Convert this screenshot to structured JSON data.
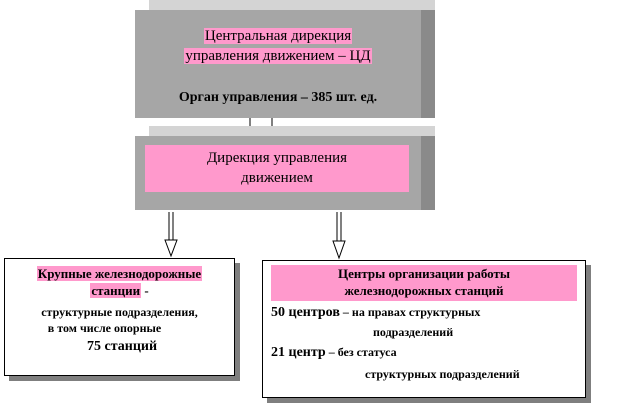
{
  "top_box": {
    "title_line1": "Центральная дирекция",
    "title_line2": "управления движением – ЦД",
    "subtitle": "Орган управления – 385 шт. ед."
  },
  "middle_box": {
    "line1": "Дирекция управления",
    "line2": "движением"
  },
  "left_box": {
    "line1": "Крупные железнодорожные",
    "line2a": "станции",
    "line2b": " -",
    "line3": "структурные подразделения,",
    "line4": "в том числе опорные",
    "line5": "75 станций"
  },
  "right_box": {
    "title_line1": "Центры организации  работы",
    "title_line2": "железнодорожных станций",
    "item1_count": "50 центров",
    "item1_text": " – на правах структурных",
    "item1_text2": "подразделений",
    "item2_count": "21 центр",
    "item2_text": " – без статуса",
    "item2_text2": "структурных  подразделений"
  }
}
